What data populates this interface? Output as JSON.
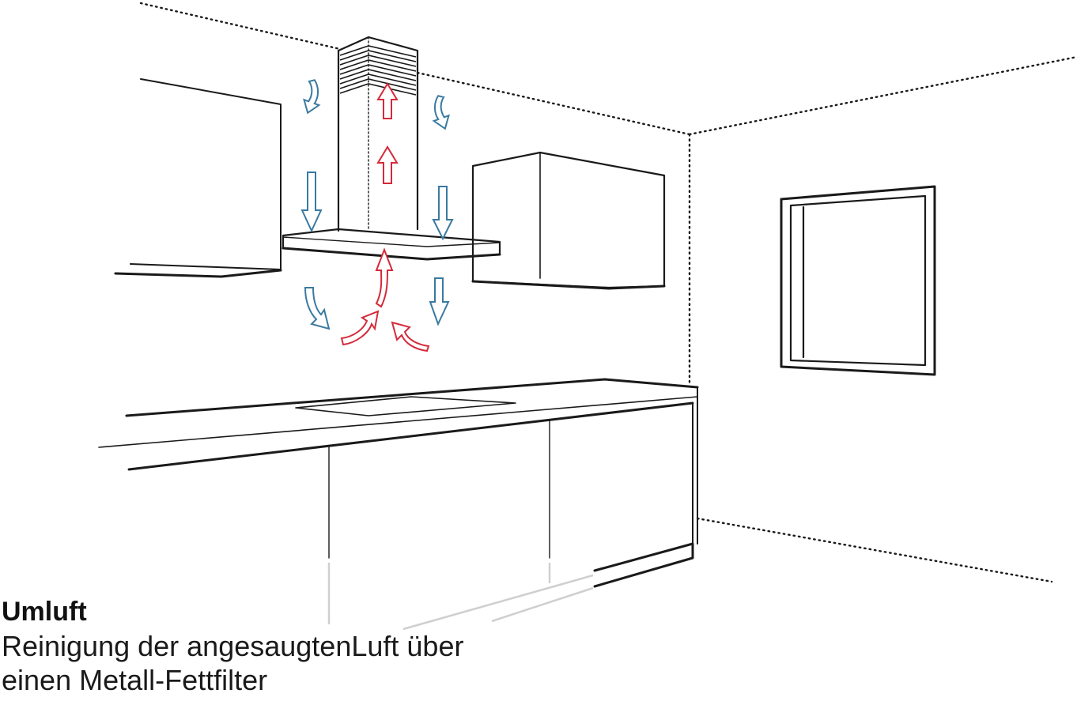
{
  "caption": {
    "title": "Umluft",
    "line1": "Reinigung der angesaugtenLuft über",
    "line2": "einen Metall-Fettfilter"
  },
  "colors": {
    "outline": "#1a1a1a",
    "clean_air_arrow": "#3a7aa0",
    "extracted_air_arrow": "#d42a3a"
  },
  "icons": {
    "clean_air": "blue-curved-arrow-icon",
    "extracted_air": "red-curved-arrow-icon"
  }
}
